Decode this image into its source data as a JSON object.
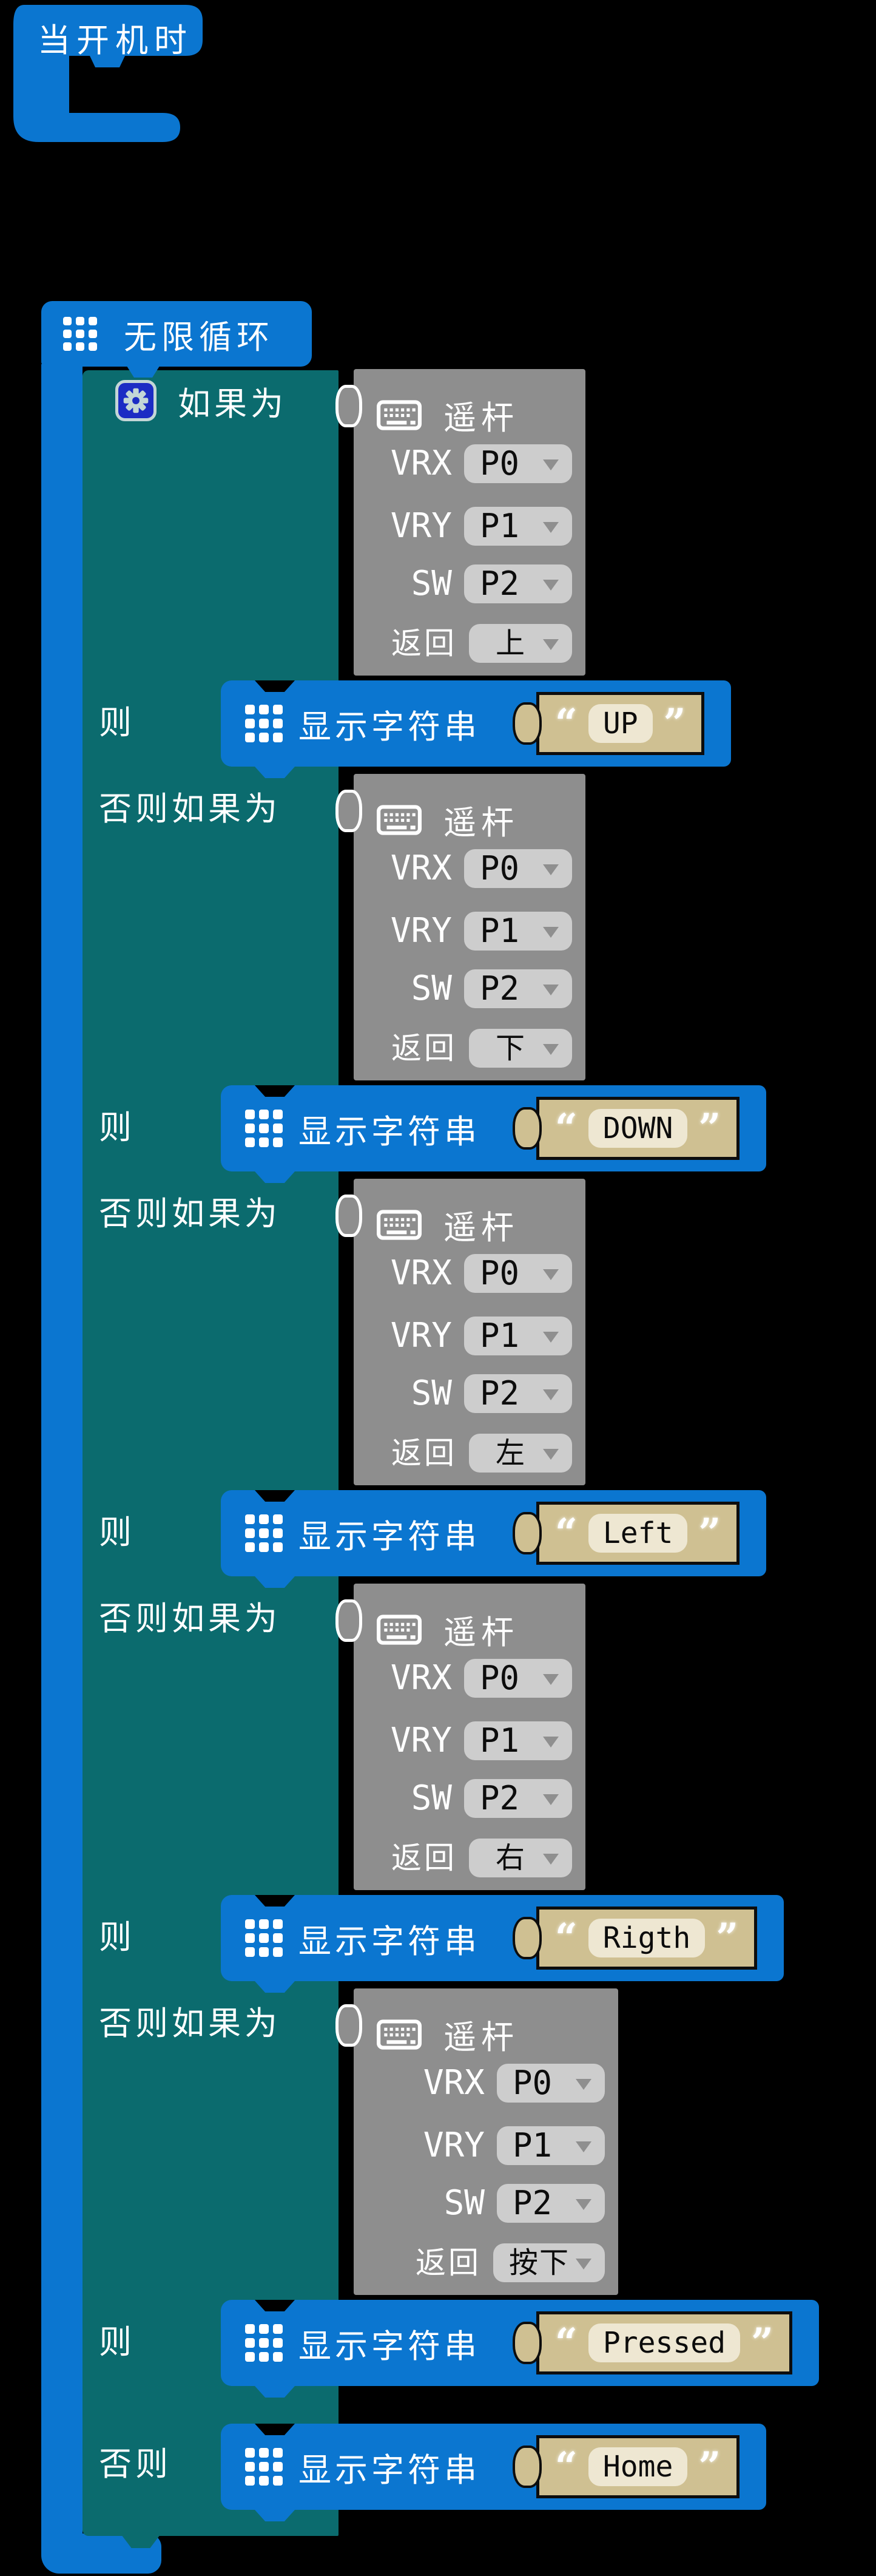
{
  "workspace": {
    "on_start_label": "当开机时",
    "forever_label": "无限循环"
  },
  "if_block": {
    "if_label": "如果为",
    "elseif_label": "否则如果为",
    "then_label": "则",
    "else_label": "否则",
    "branches": [
      {
        "condition": {
          "title": "遥杆",
          "fields": [
            {
              "label": "VRX",
              "value": "P0"
            },
            {
              "label": "VRY",
              "value": "P1"
            },
            {
              "label": "SW",
              "value": "P2"
            },
            {
              "label": "返回",
              "value": "上"
            }
          ]
        },
        "action": {
          "label": "显示字符串",
          "value": "UP"
        }
      },
      {
        "condition": {
          "title": "遥杆",
          "fields": [
            {
              "label": "VRX",
              "value": "P0"
            },
            {
              "label": "VRY",
              "value": "P1"
            },
            {
              "label": "SW",
              "value": "P2"
            },
            {
              "label": "返回",
              "value": "下"
            }
          ]
        },
        "action": {
          "label": "显示字符串",
          "value": "DOWN"
        }
      },
      {
        "condition": {
          "title": "遥杆",
          "fields": [
            {
              "label": "VRX",
              "value": "P0"
            },
            {
              "label": "VRY",
              "value": "P1"
            },
            {
              "label": "SW",
              "value": "P2"
            },
            {
              "label": "返回",
              "value": "左"
            }
          ]
        },
        "action": {
          "label": "显示字符串",
          "value": "Left"
        }
      },
      {
        "condition": {
          "title": "遥杆",
          "fields": [
            {
              "label": "VRX",
              "value": "P0"
            },
            {
              "label": "VRY",
              "value": "P1"
            },
            {
              "label": "SW",
              "value": "P2"
            },
            {
              "label": "返回",
              "value": "右"
            }
          ]
        },
        "action": {
          "label": "显示字符串",
          "value": "Rigth"
        }
      },
      {
        "condition": {
          "title": "遥杆",
          "fields": [
            {
              "label": "VRX",
              "value": "P0"
            },
            {
              "label": "VRY",
              "value": "P1"
            },
            {
              "label": "SW",
              "value": "P2"
            },
            {
              "label": "返回",
              "value": "按下"
            }
          ]
        },
        "action": {
          "label": "显示字符串",
          "value": "Pressed"
        }
      }
    ],
    "else_action": {
      "label": "显示字符串",
      "value": "Home"
    }
  },
  "string_block": {
    "open_quote": "“",
    "close_quote": "”"
  },
  "icons": {
    "forever_icon": "grid-icon",
    "show_string_icon": "grid-icon",
    "joystick_icon": "keyboard-icon",
    "if_settings_icon": "gear-icon",
    "dropdown_icon": "caret-down-icon"
  },
  "colors": {
    "blue": "#0b76d0",
    "teal": "#0b6b6e",
    "gray": "#8e8e8e",
    "dd": "#cdcdcd",
    "tan": "#cfc092",
    "field": "#eee7d2",
    "bg": "#000000",
    "gearbg": "#1c2cc4",
    "gearfg": "#c3d6d6"
  }
}
